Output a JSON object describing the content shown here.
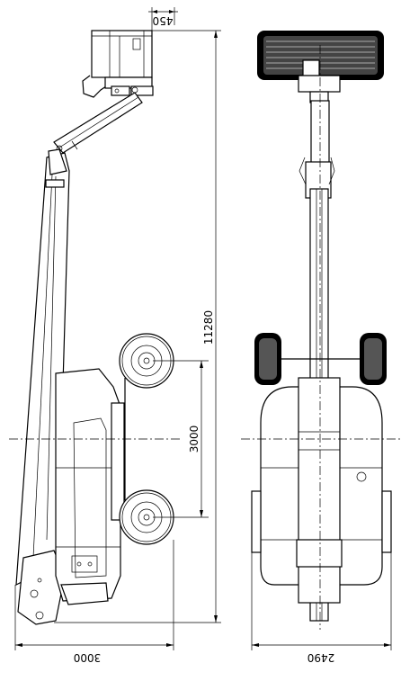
{
  "dimensions": {
    "platform_offset": "450",
    "total_height": "11280",
    "wheelbase": "3000",
    "side_length": "3000",
    "front_width": "2490"
  }
}
